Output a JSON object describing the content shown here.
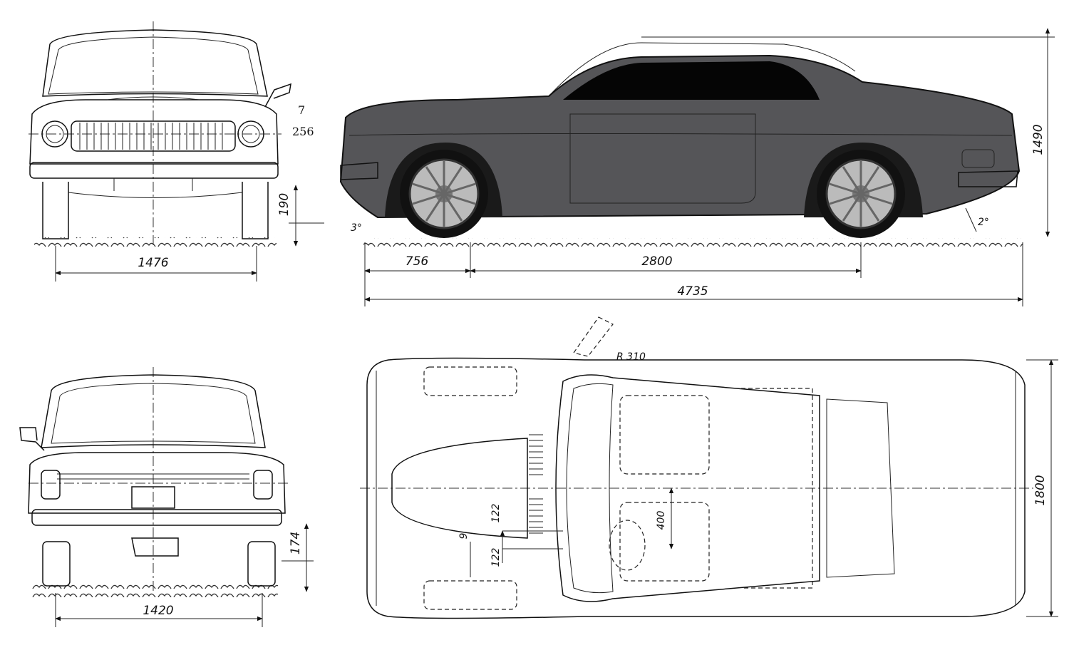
{
  "front_view": {
    "track_width": "1476",
    "ground_clearance": "190",
    "note_top": "7",
    "note_bottom": "256"
  },
  "side_view": {
    "front_overhang": "756",
    "wheelbase": "2800",
    "overall_length": "4735",
    "overall_height": "1490",
    "approach_angle": "3°",
    "departure_angle": "2°"
  },
  "rear_view": {
    "track_width": "1420",
    "ground_clearance": "174"
  },
  "top_view": {
    "turn_radius": "R 310",
    "overall_width": "1800",
    "seat_spacing": "400",
    "offset_upper": "122",
    "offset_lower": "122",
    "offset_small": "9"
  },
  "colors": {
    "line": "#111111",
    "body_fill": "#555558",
    "glass_fill": "#050505",
    "background": "#ffffff"
  }
}
